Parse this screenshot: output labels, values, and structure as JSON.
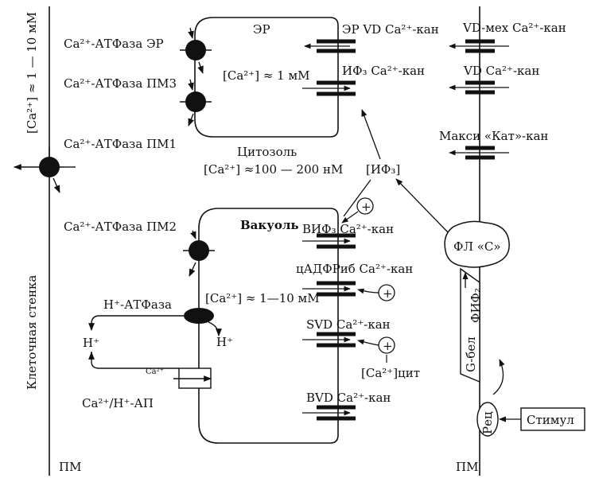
{
  "labels": {
    "cell_wall": "Клеточная стенка",
    "wall_conc": "[Ca²⁺] ≈ 1 — 10 мМ",
    "pm_left": "ПМ",
    "pm_right": "ПМ",
    "er": "ЭР",
    "er_conc": "[Ca²⁺] ≈ 1 мМ",
    "cytosol": "Цитозоль",
    "cytosol_conc": "[Ca²⁺] ≈100 — 200 нМ",
    "vacuole": "Вакуоль",
    "vacuole_conc": "[Ca²⁺] ≈ 1—10 мМ",
    "ip3": "[ИФ₃]",
    "ca_cyt": "[Ca²⁺]цит",
    "plus": "+",
    "h_left": "H⁺",
    "h_right": "H⁺",
    "ca_small": "Ca²⁺"
  },
  "pumps": {
    "atpase_er": "Ca²⁺-АТФаза ЭР",
    "atpase_pm3": "Ca²⁺-АТФаза ПМ3",
    "atpase_pm1": "Ca²⁺-АТФаза ПМ1",
    "atpase_pm2": "Ca²⁺-АТФаза ПМ2",
    "h_atpase": "H⁺-АТФаза",
    "ca_h_ap": "Ca²⁺/H⁺-АП"
  },
  "channels": {
    "er_vd": "ЭР VD Ca²⁺-кан",
    "ip3_ca": "ИФ₃ Ca²⁺-кан",
    "vd_mech": "VD-мех Ca²⁺-кан",
    "vd_ca": "VD Ca²⁺-кан",
    "maxi_cat": "Макси «Кат»-кан",
    "vip3_ca": "ВИФ₃ Ca²⁺-кан",
    "cadpr": "цАДФРиб Ca²⁺-кан",
    "svd": "SVD Ca²⁺-кан",
    "bvd": "BVD Ca²⁺-кан"
  },
  "signaling": {
    "plc": "ФЛ «С»",
    "pip2": "ФИФ₂",
    "g_protein": "G-бел",
    "receptor": "Рец",
    "stimulus": "Стимул"
  }
}
